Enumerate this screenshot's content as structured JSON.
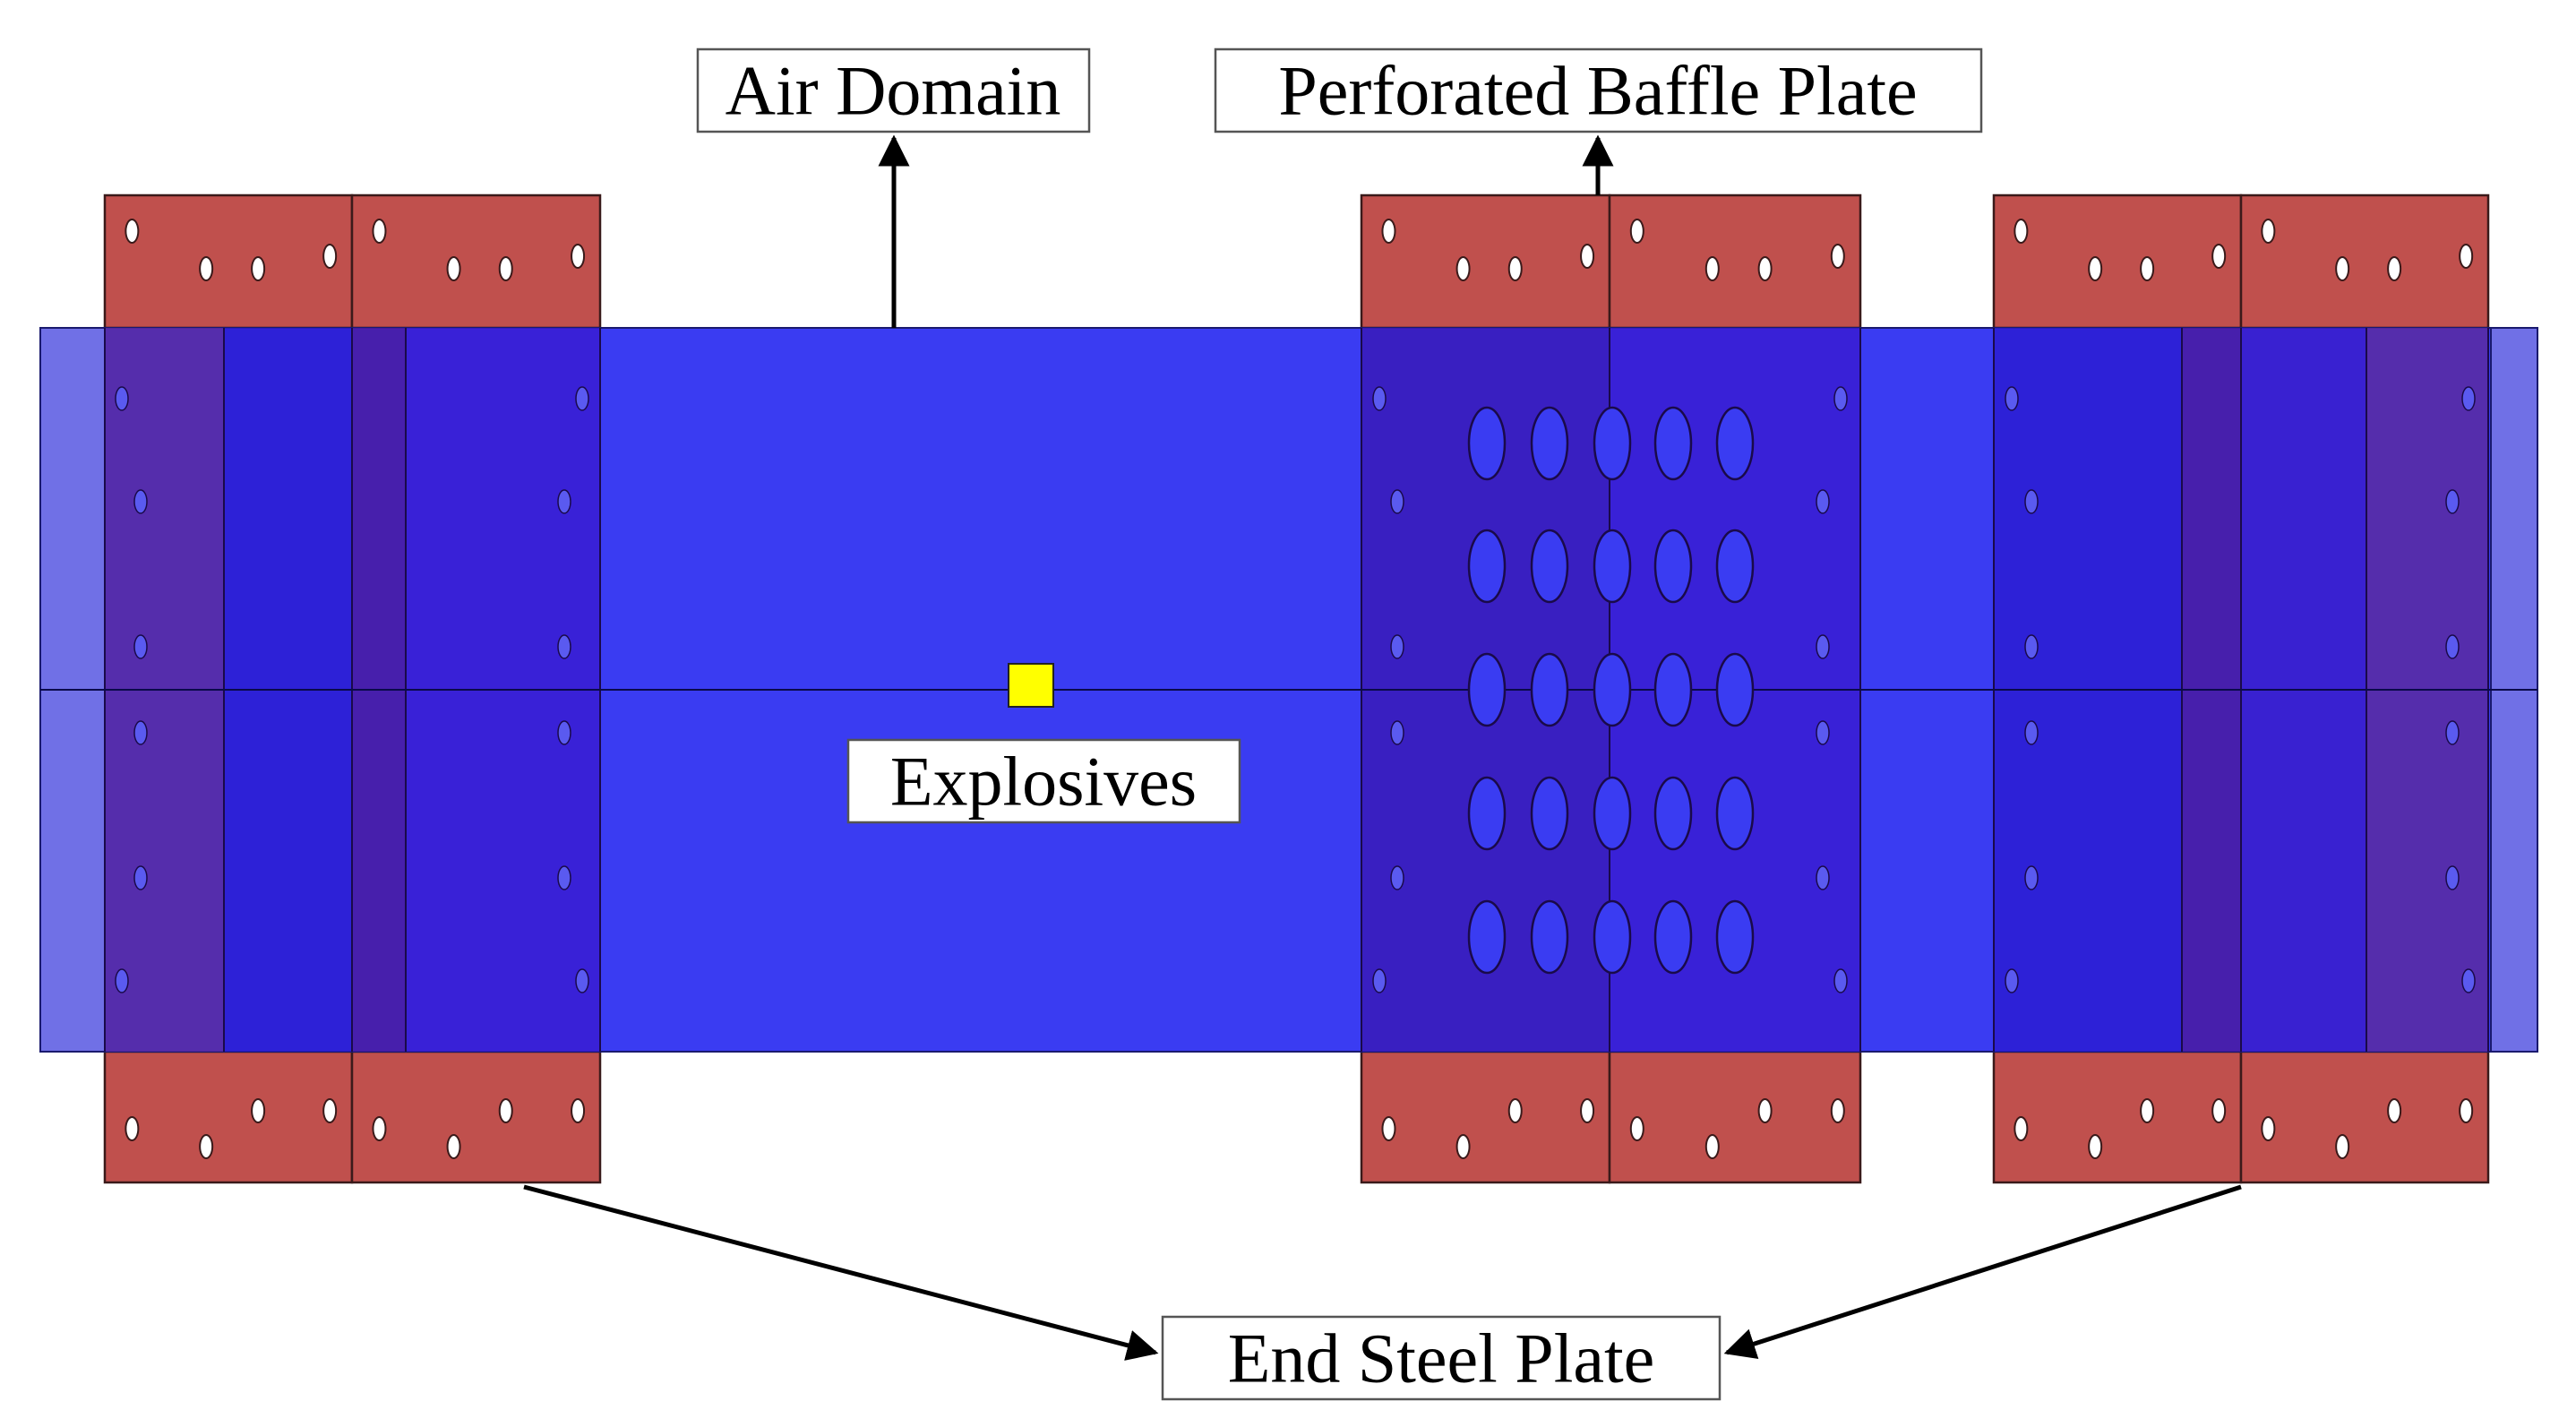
{
  "labels": {
    "air_domain": "Air Domain",
    "baffle_plate": "Perforated Baffle Plate",
    "explosives": "Explosives",
    "end_steel_plate": "End Steel Plate"
  },
  "colors": {
    "air_domain": "#3a3cf2",
    "steel_red": "#c0504d",
    "explosive": "#ffff00",
    "overlap_purple": "#4a1a9e",
    "edge_light": "#7070e6"
  }
}
